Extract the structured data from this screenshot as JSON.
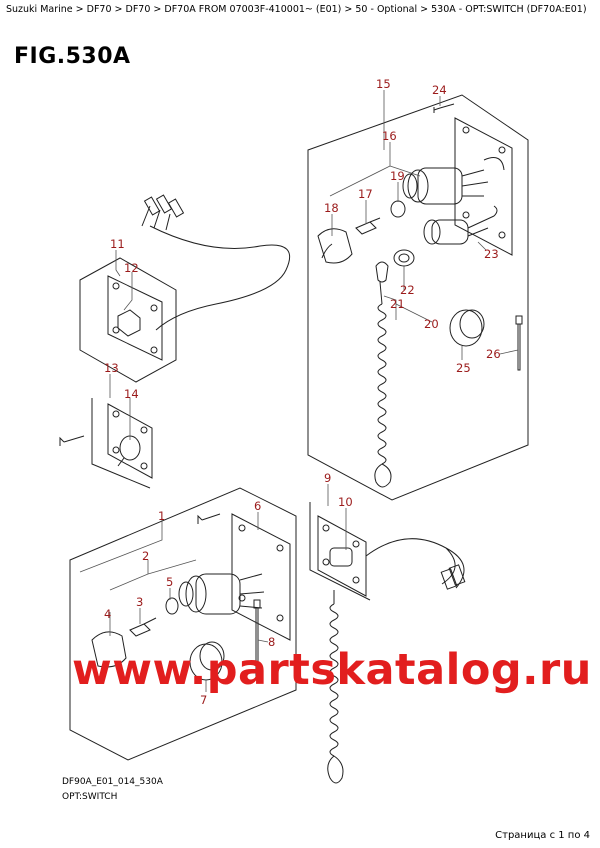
{
  "breadcrumb": "Suzuki Marine > DF70 > DF70 > DF70A FROM 07003F-410001~ (E01) > 50 - Optional > 530A - OPT:SWITCH (DF70A:E01)",
  "figure_title": "FIG.530A",
  "footer": {
    "code": "DF90A_E01_014_530A",
    "name": "OPT:SWITCH"
  },
  "page_info": "Страница с 1 по 4",
  "watermark": "www.partskatalog.ru",
  "callouts": [
    "1",
    "2",
    "3",
    "4",
    "5",
    "6",
    "7",
    "8",
    "9",
    "10",
    "11",
    "12",
    "13",
    "14",
    "15",
    "16",
    "17",
    "18",
    "19",
    "20",
    "21",
    "22",
    "23",
    "24",
    "25",
    "26"
  ],
  "colors": {
    "callout": "#9b1b1b",
    "watermark": "#e21e1e",
    "line": "#222222"
  }
}
